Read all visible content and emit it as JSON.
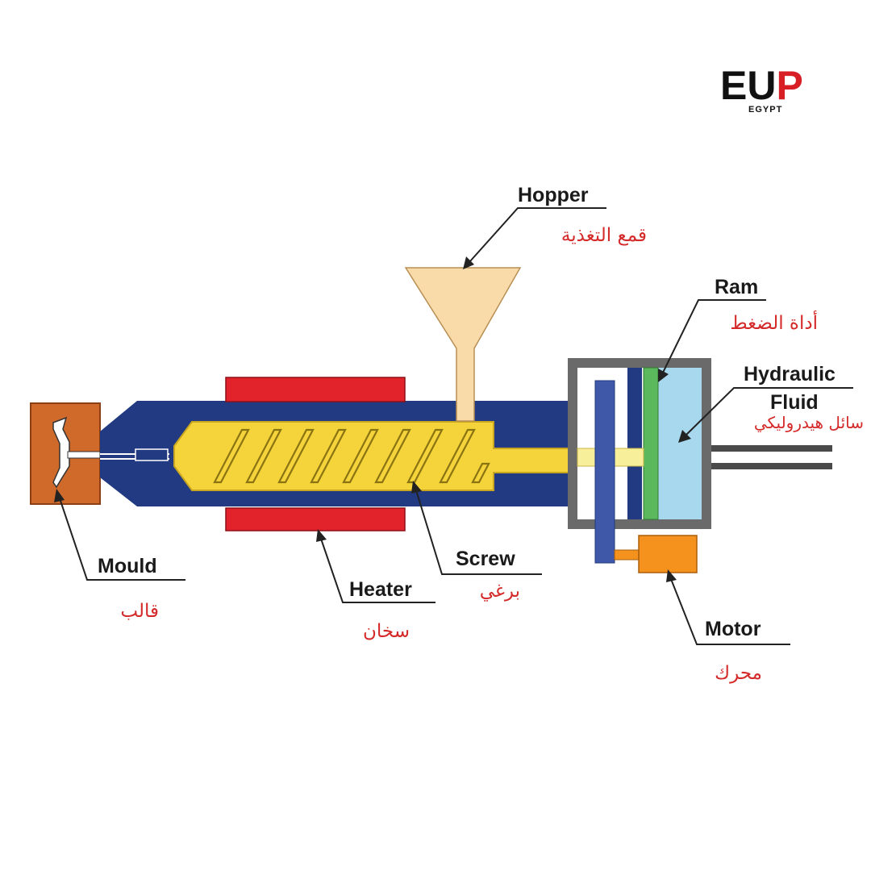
{
  "logo": {
    "prefix": "EU",
    "suffix": "P",
    "subtitle": "EGYPT"
  },
  "labels": {
    "hopper": {
      "en": "Hopper",
      "ar": "قمع التغذية"
    },
    "ram": {
      "en": "Ram",
      "ar": "أداة الضغط"
    },
    "hydraulic": {
      "en1": "Hydraulic",
      "en2": "Fluid",
      "ar": "سائل هيدروليكي"
    },
    "mould": {
      "en": "Mould",
      "ar": "قالب"
    },
    "heater": {
      "en": "Heater",
      "ar": "سخان"
    },
    "screw": {
      "en": "Screw",
      "ar": "برغي"
    },
    "motor": {
      "en": "Motor",
      "ar": "محرك"
    }
  },
  "colors": {
    "barrel": "#213a82",
    "screw": "#f5d33a",
    "heater": "#e3232c",
    "hopper": "#f8dba8",
    "mould": "#cf6a2b",
    "hydraulic_fluid": "#a8d8ee",
    "ram_plate": "#5cb85c",
    "housing": "#6a6a6a",
    "motor": "#f5921e",
    "gear": "#3f58a8",
    "label_ar": "#d42a2a",
    "logo_red": "#d81f26"
  }
}
